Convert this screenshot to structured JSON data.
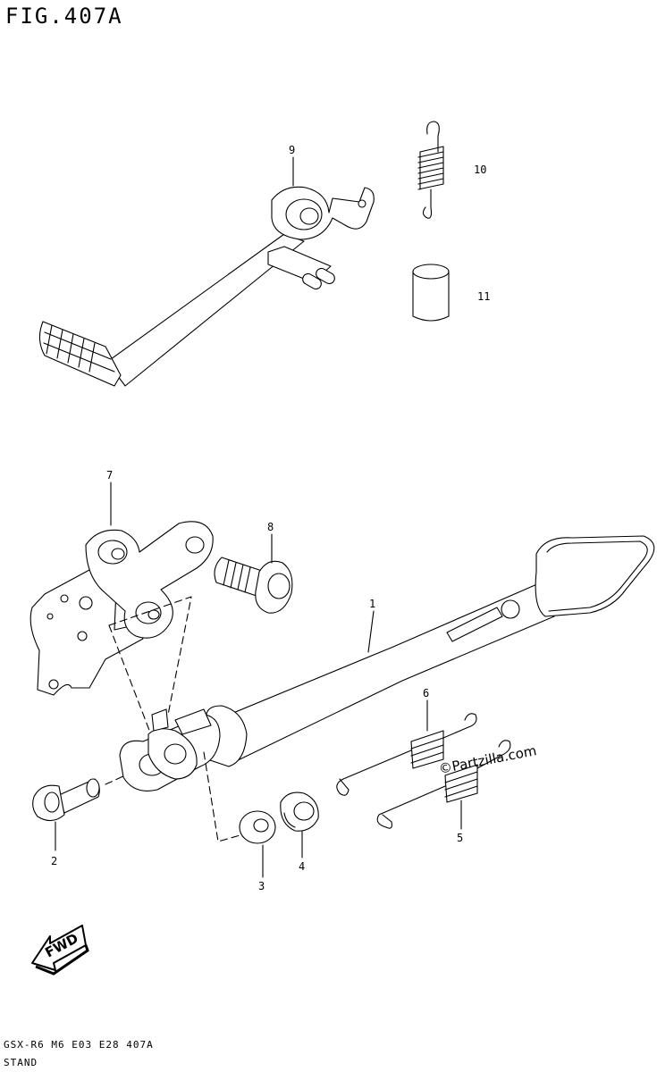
{
  "figure": {
    "title": "FIG.407A",
    "code": "GSX-R6 M6 E03 E28 407A",
    "name": "STAND"
  },
  "callouts": [
    {
      "id": "1",
      "label": "1"
    },
    {
      "id": "2",
      "label": "2"
    },
    {
      "id": "3",
      "label": "3"
    },
    {
      "id": "4",
      "label": "4"
    },
    {
      "id": "5",
      "label": "5"
    },
    {
      "id": "6",
      "label": "6"
    },
    {
      "id": "7",
      "label": "7"
    },
    {
      "id": "8",
      "label": "8"
    },
    {
      "id": "9",
      "label": "9"
    },
    {
      "id": "10",
      "label": "10"
    },
    {
      "id": "11",
      "label": "11"
    }
  ],
  "watermark": "©Partzilla.com",
  "direction": "FWD"
}
